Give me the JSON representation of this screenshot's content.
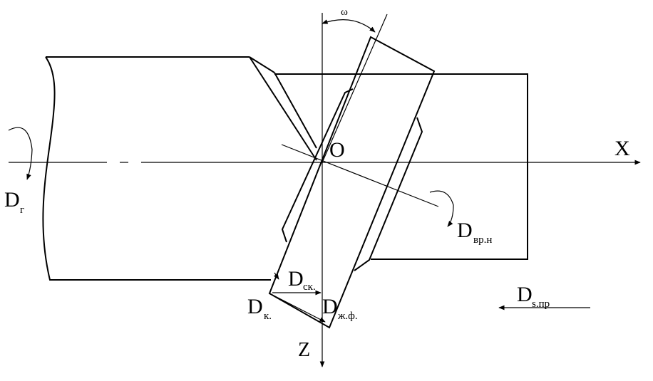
{
  "labels": {
    "omega": "ω",
    "origin": "O",
    "x_axis": "X",
    "z_axis": "Z",
    "d_g": {
      "main": "D",
      "sub": "г"
    },
    "d_vr_n": {
      "main": "D",
      "sub": "вр.н"
    },
    "d_sk": {
      "main": "D",
      "sub": "ск."
    },
    "d_k": {
      "main": "D",
      "sub": "к."
    },
    "d_zh_f": {
      "main": "D",
      "sub": "ж.ф."
    },
    "d_s_pr": {
      "main": "D",
      "sub": "s.пр"
    }
  },
  "colors": {
    "ink": "#000000",
    "background": "#ffffff"
  }
}
